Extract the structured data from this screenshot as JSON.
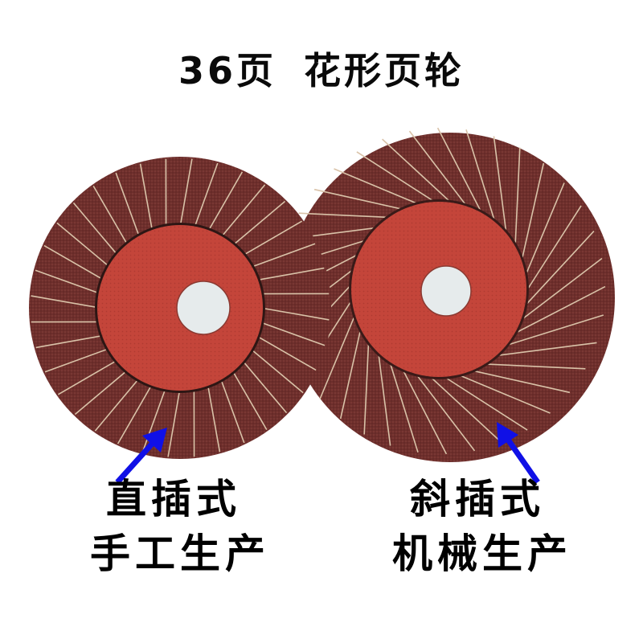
{
  "title": {
    "count": "36页",
    "product": "花形页轮"
  },
  "discs": [
    {
      "id": "left",
      "type_label": "直插式",
      "production_label": "手工生产",
      "flap_style": "straight",
      "flap_count": 36
    },
    {
      "id": "right",
      "type_label": "斜插式",
      "production_label": "机械生产",
      "flap_style": "angled",
      "flap_count": 36
    }
  ],
  "colors": {
    "flap": "#6e2f2c",
    "flap_edge": "#d9c2a8",
    "hub": "#c4453a",
    "hole": "#e6ebec",
    "arrow": "#1010e6",
    "text": "#000000"
  }
}
